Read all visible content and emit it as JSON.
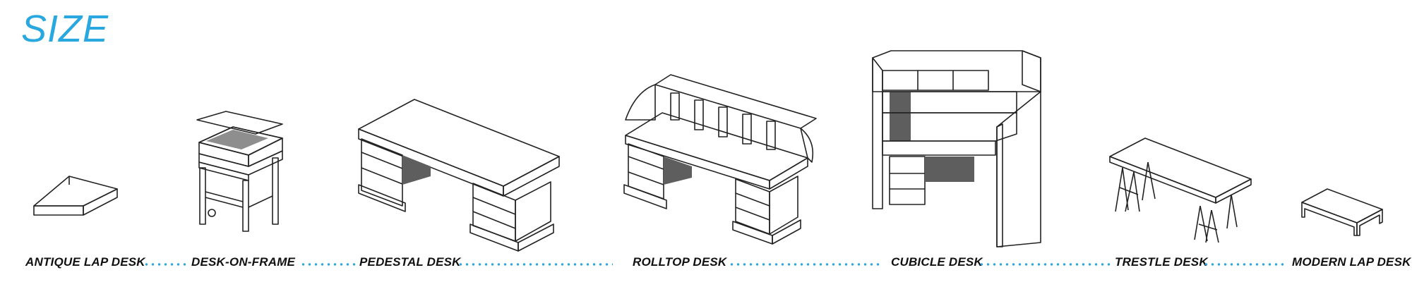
{
  "title": "SIZE",
  "colors": {
    "accent": "#29a8e0",
    "text": "#111111",
    "line": "#222222"
  },
  "desks": [
    {
      "id": "antique-lap-desk",
      "label": "ANTIQUE LAP DESK"
    },
    {
      "id": "desk-on-frame",
      "label": "DESK-ON-FRAME"
    },
    {
      "id": "pedestal-desk",
      "label": "PEDESTAL DESK"
    },
    {
      "id": "rolltop-desk",
      "label": "ROLLTOP DESK"
    },
    {
      "id": "cubicle-desk",
      "label": "CUBICLE DESK"
    },
    {
      "id": "trestle-desk",
      "label": "TRESTLE DESK"
    },
    {
      "id": "modern-lap-desk",
      "label": "MODERN LAP DESK"
    }
  ]
}
